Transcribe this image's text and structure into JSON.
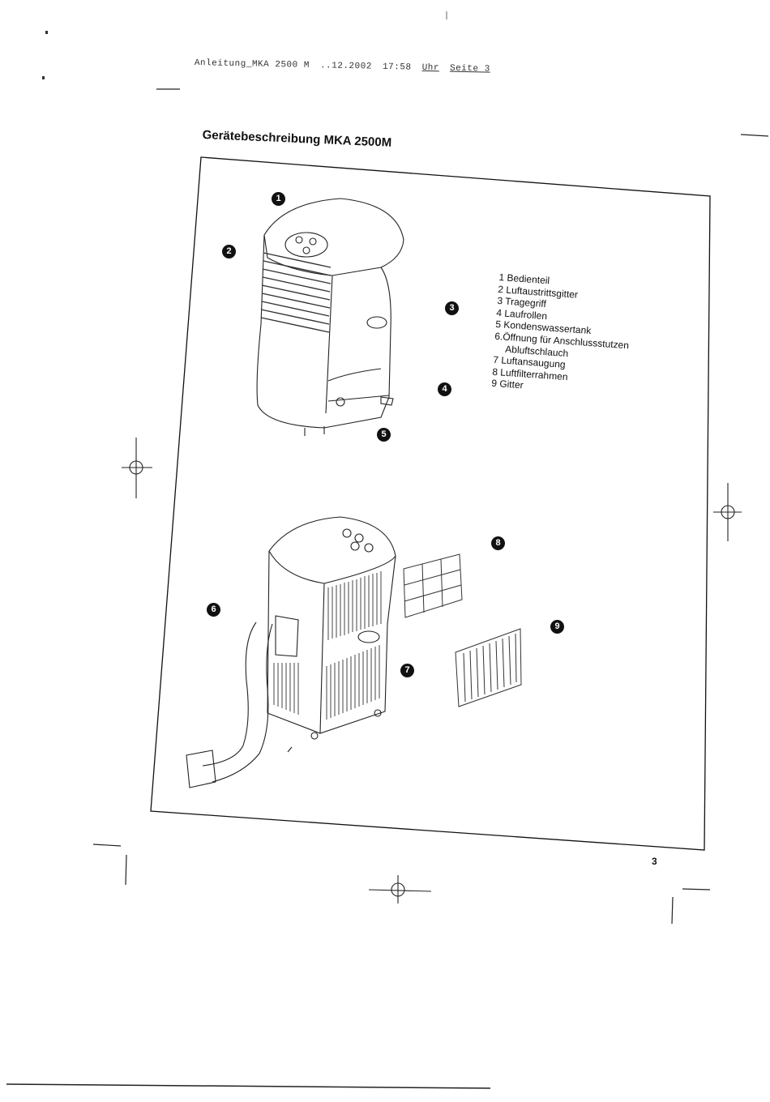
{
  "header": {
    "filename": "Anleitung_MKA 2500 M",
    "date": "..12.2002",
    "time": "17:58",
    "uhr_label": "Uhr",
    "seite_label": "Seite 3"
  },
  "title": "Gerätebeschreibung MKA 2500M",
  "legend": [
    "1 Bedienteil",
    "2 Luftaustrittsgitter",
    "3 Tragegriff",
    "4 Laufrollen",
    "5 Kondenswassertank",
    "6.Öffnung für Anschlussstutzen",
    "Abluftschlauch",
    "7 Luftansaugung",
    "8 Luftfilterrahmen",
    "9 Gitter"
  ],
  "callouts": [
    "1",
    "2",
    "3",
    "4",
    "5",
    "6",
    "7",
    "8",
    "9"
  ],
  "page_number": "3"
}
